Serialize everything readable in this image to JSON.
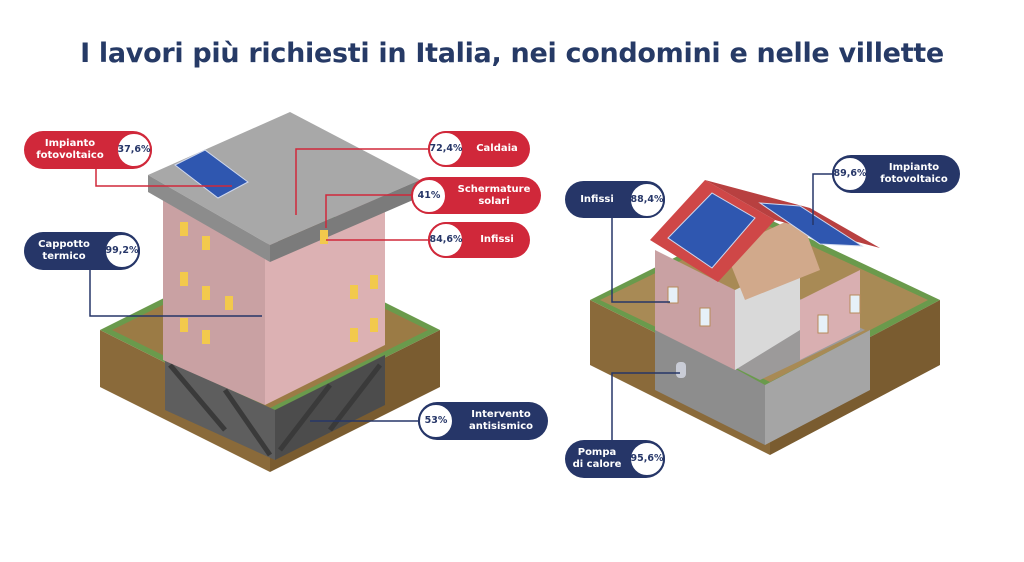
{
  "title": "I lavori più richiesti in Italia, nei condomini e nelle villette",
  "colors": {
    "red": "#d0283a",
    "navy": "#263668",
    "title": "#263a66"
  },
  "condominio": {
    "labels": [
      {
        "id": "fotovoltaico",
        "text": "Impianto fotovoltaico",
        "value": "37,6%"
      },
      {
        "id": "caldaia",
        "text": "Caldaia",
        "value": "72,4%"
      },
      {
        "id": "schermature",
        "text": "Schermature solari",
        "value": "41%"
      },
      {
        "id": "infissi",
        "text": "Infissi",
        "value": "84,6%"
      },
      {
        "id": "cappotto",
        "text": "Cappotto termico",
        "value": "99,2%"
      },
      {
        "id": "antisismico",
        "text": "Intervento antisismico",
        "value": "53%"
      }
    ]
  },
  "villetta": {
    "labels": [
      {
        "id": "infissi",
        "text": "Infissi",
        "value": "88,4%"
      },
      {
        "id": "fotovoltaico",
        "text": "Impianto fotovoltaico",
        "value": "89,6%"
      },
      {
        "id": "pompa",
        "text": "Pompa di calore",
        "value": "95,6%"
      }
    ]
  }
}
